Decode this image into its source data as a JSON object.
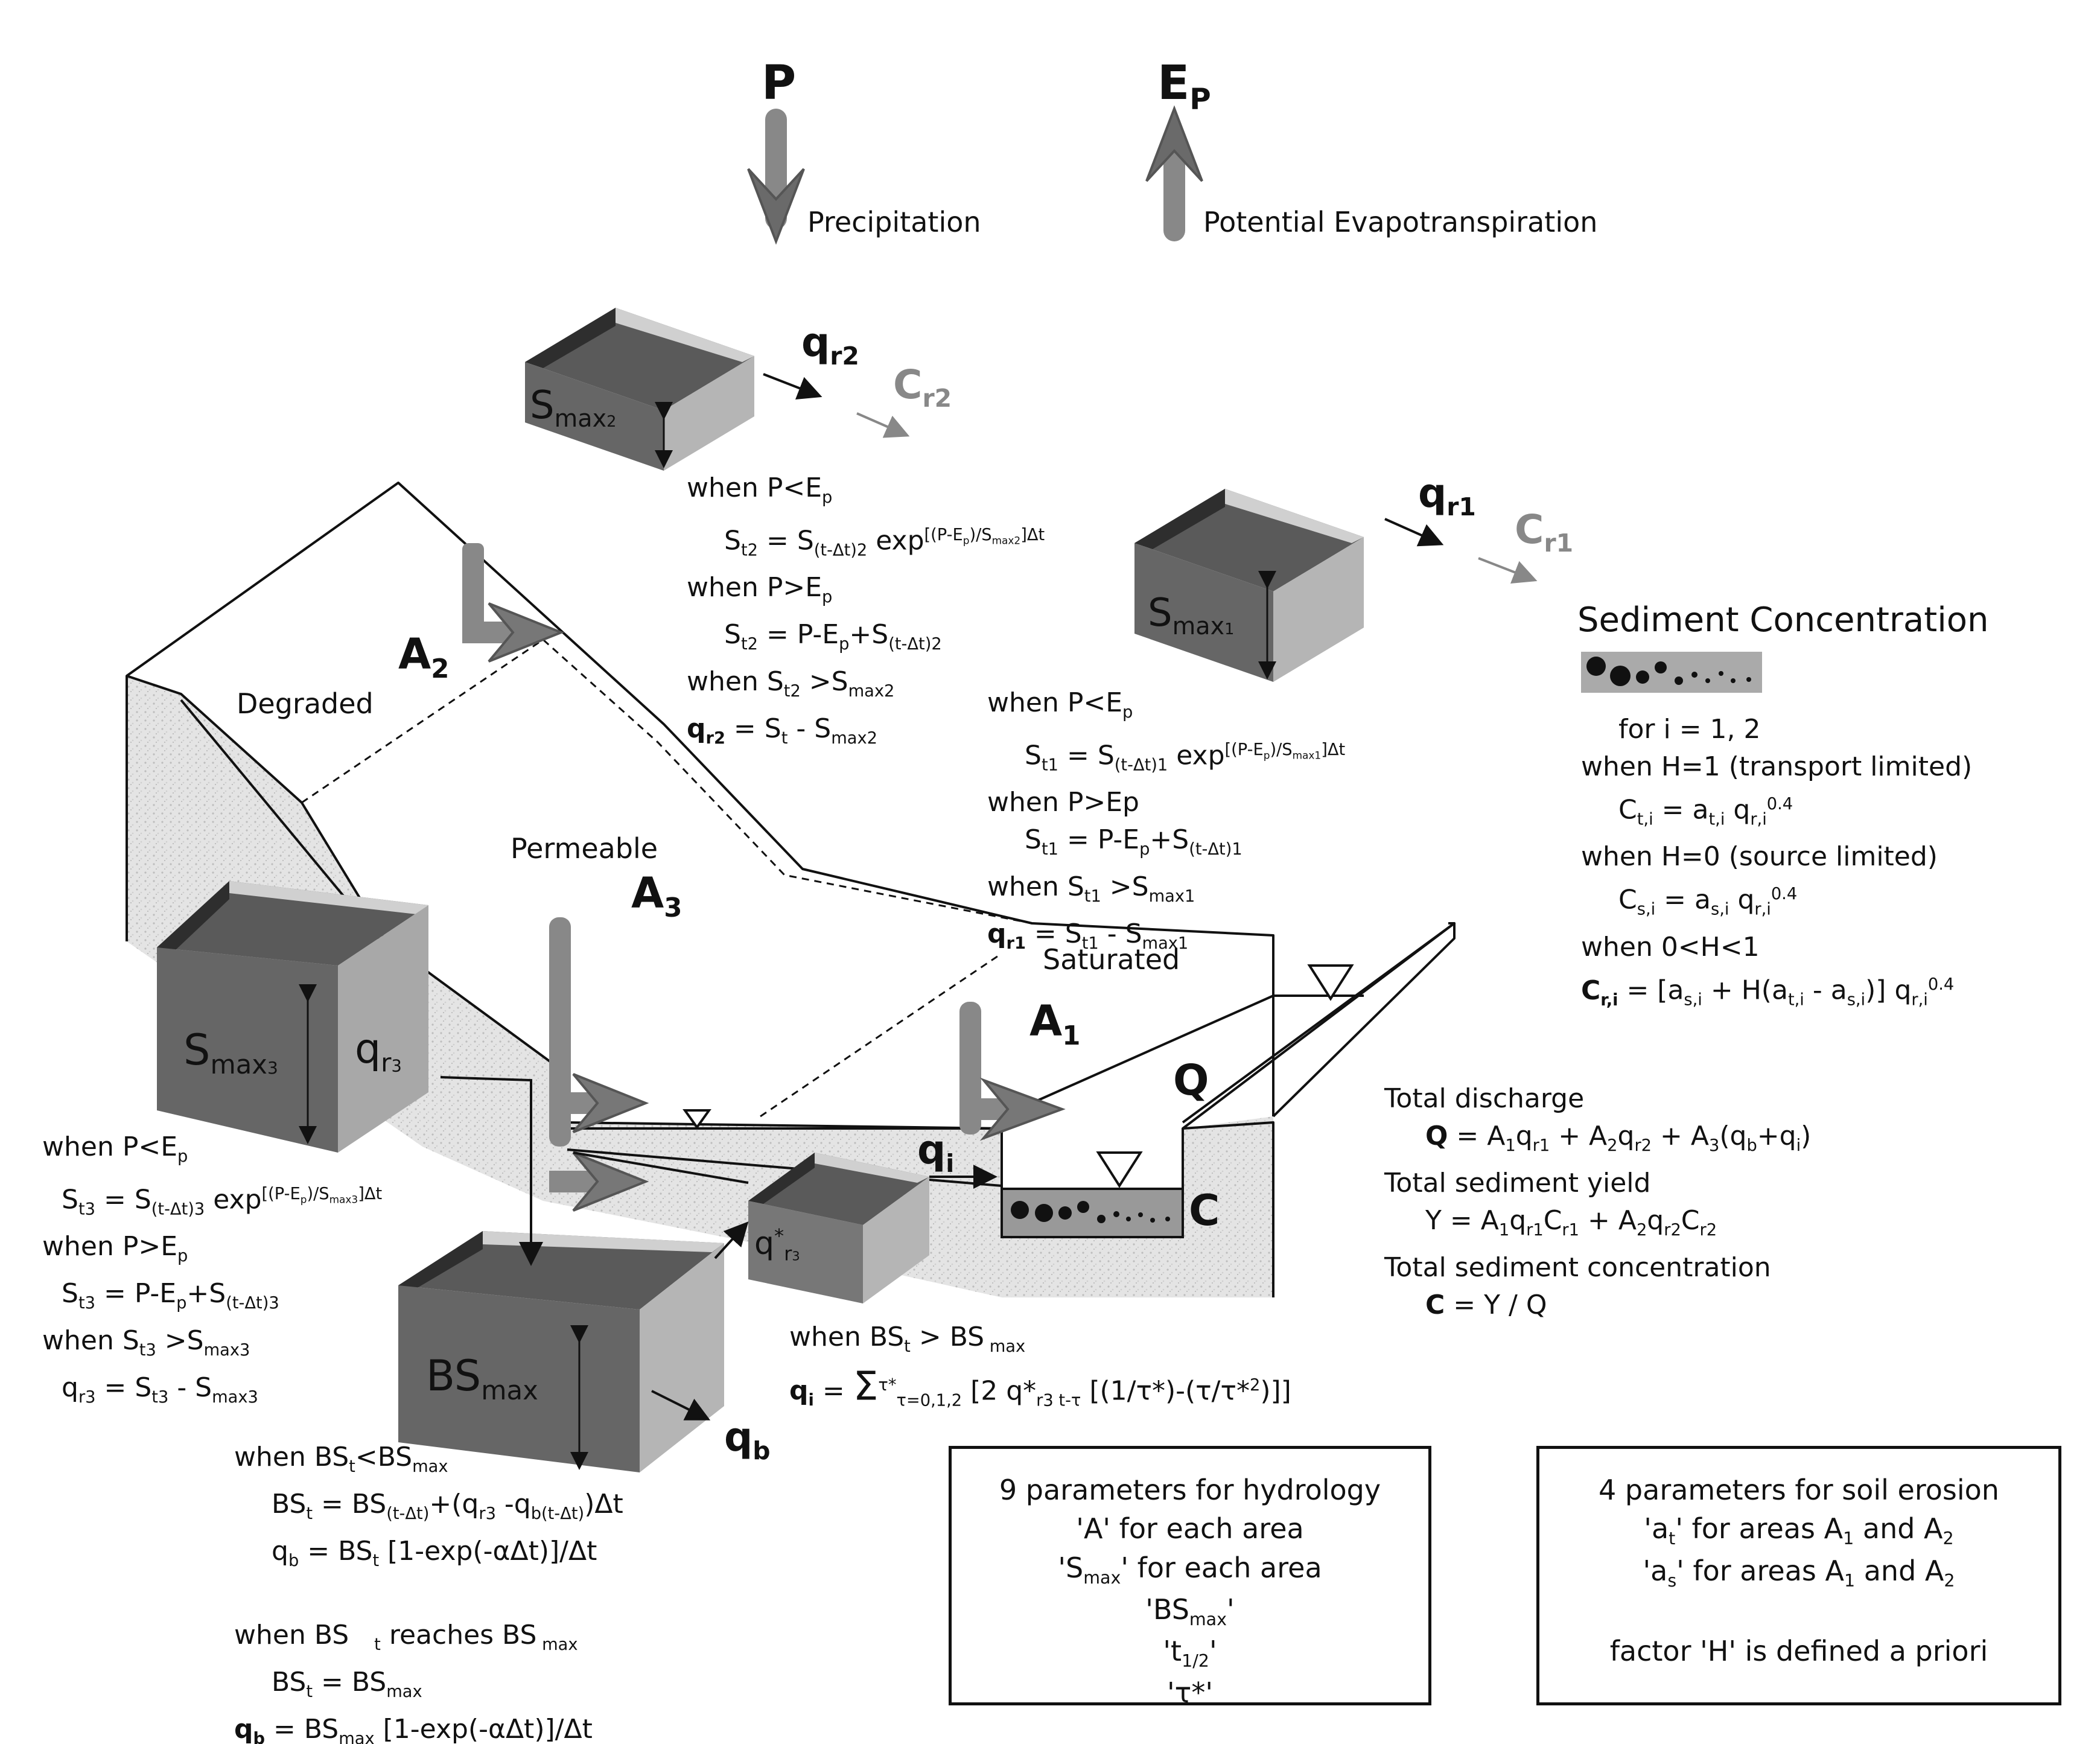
{
  "inputs": {
    "precip_symbol": "P",
    "precip_label": "Precipitation",
    "evap_symbol": "E",
    "evap_symbol_sub": "P",
    "evap_label": "Potential Evapotranspiration"
  },
  "areas": {
    "degraded": "Degraded",
    "permeable": "Permeable",
    "saturated": "Saturated",
    "a1": "A",
    "a1_sub": "1",
    "a2": "A",
    "a2_sub": "2",
    "a3": "A",
    "a3_sub": "3"
  },
  "stores": {
    "smax1": "S",
    "smax1_sub": "max",
    "smax1_idx": "1",
    "smax2": "S",
    "smax2_sub": "max",
    "smax2_idx": "2",
    "smax3": "S",
    "smax3_sub": "max",
    "smax3_idx": "3",
    "bsmax": "BS",
    "bsmax_sub": "max",
    "qr3": "q",
    "qr3_sub": "r",
    "qr3_idx": "3",
    "qstar": "q",
    "qstar_sup": "*",
    "qstar_sub": "r",
    "qstar_idx": "3"
  },
  "flows": {
    "qr1": "q",
    "qr1_sub": "r1",
    "qr2": "q",
    "qr2_sub": "r2",
    "cr1": "C",
    "cr1_sub": "r1",
    "cr2": "C",
    "cr2_sub": "r2",
    "qi": "q",
    "qi_sub": "i",
    "qb": "q",
    "qb_sub": "b",
    "Q": "Q",
    "C": "C"
  },
  "sediment": {
    "title": "Sediment Concentration",
    "for_i": "for i = 1, 2",
    "h1": "when H=1 (transport limited)",
    "h0": "when H=0 (source limited)",
    "hmid": "when 0<H<1"
  },
  "eqs_s2": {
    "l1": "when P<E",
    "l3": "when P>E",
    "l5": "when S",
    "l7": "= S",
    "l7b": "- S"
  },
  "eqs_s1": {
    "l1": "when P<E",
    "l3": "when P>Ep",
    "l5": "when S"
  },
  "eqs_s3": {
    "l1": "when P<E",
    "l3": "when P>E",
    "l5": "when S"
  },
  "eqs_bs": {
    "l1": "when BS",
    "l4": "when BS",
    "l4b": "reaches BS"
  },
  "totals": {
    "discharge": "Total discharge",
    "yield": "Total sediment yield",
    "conc": "Total sediment concentration",
    "conc_eq": "= Y / Q"
  },
  "qi_eq": {
    "cond": "when BS",
    "cond_b": "> BS"
  },
  "box_hydrology": {
    "title": "9 parameters for hydrology",
    "l1": "'A' for each area",
    "l2a": "'S",
    "l2b": "max",
    "l2c": "' for each area",
    "l3a": "'BS",
    "l3b": "max",
    "l3c": "'",
    "l4a": "'t",
    "l4b": "1/2",
    "l4c": "'",
    "l5": "'τ*'"
  },
  "box_erosion": {
    "title": "4 parameters for soil erosion",
    "l1a": "'a",
    "l1b": "t",
    "l1c": "' for areas A",
    "l1d": "1",
    "l1e": " and A",
    "l1f": "2",
    "l2a": "'a",
    "l2b": "s",
    "l2c": "' for areas A",
    "l2d": "1",
    "l2e": " and A",
    "l2f": "2",
    "l3": "factor 'H' is defined a priori"
  },
  "colors": {
    "box_dark": "#3a3a3a",
    "box_mid": "#666666",
    "box_side": "#999999",
    "box_light": "#c4c4c4",
    "arrow_gray": "#777777",
    "soil": "#e2e2e2"
  }
}
